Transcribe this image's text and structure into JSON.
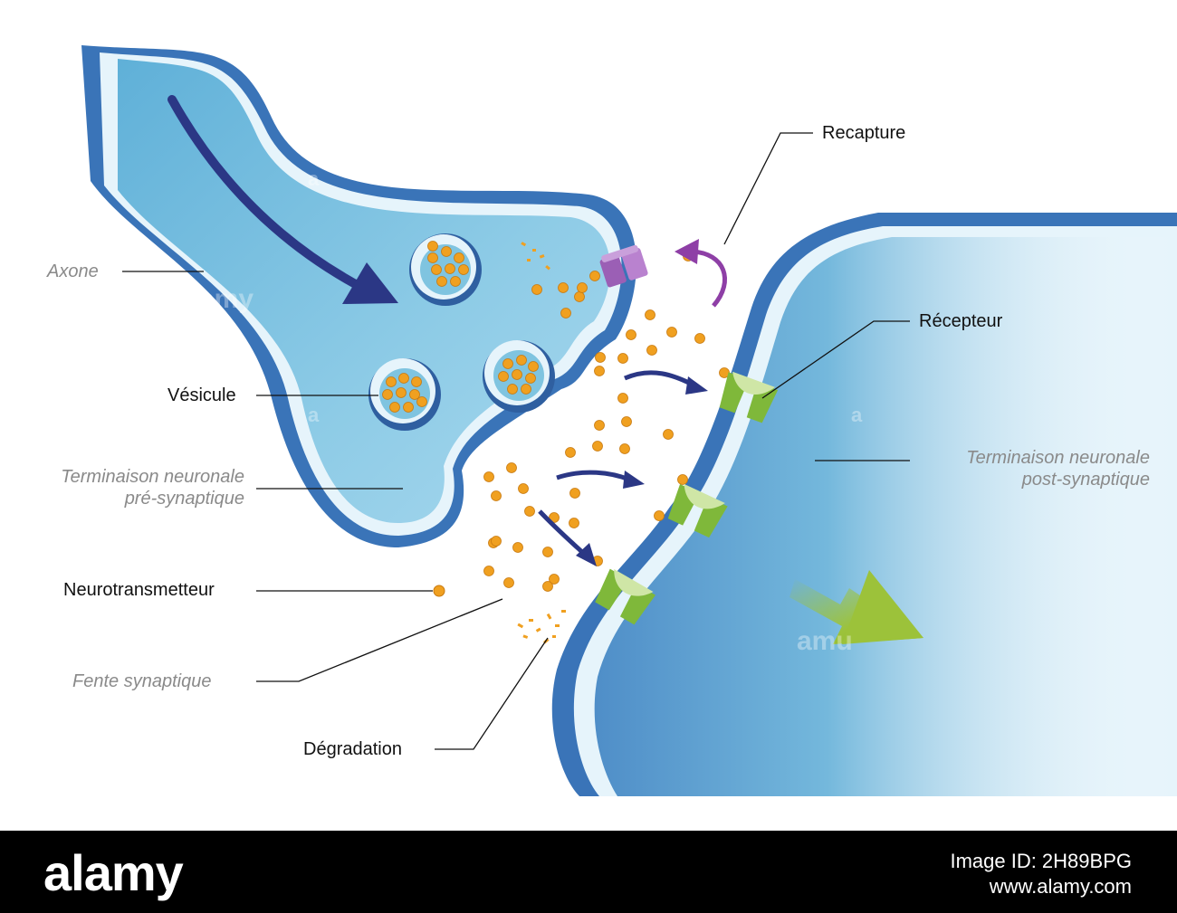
{
  "labels": {
    "recapture": "Recapture",
    "axone": "Axone",
    "recepteur": "Récepteur",
    "vesicule": "Vésicule",
    "pre_line1": "Terminaison neuronale",
    "pre_line2": "pré-synaptique",
    "post_line1": "Terminaison neuronale",
    "post_line2": "post-synaptique",
    "neurotransmetteur": "Neurotransmetteur",
    "fente": "Fente synaptique",
    "degradation": "Dégradation"
  },
  "footer": {
    "brand": "alamy",
    "image_id_line1": "Image ID: 2H89BPG",
    "image_id_line2": "www.alamy.com"
  },
  "watermark": "alamy",
  "colors": {
    "cell_fill": "#7fc4e0",
    "cell_dark": "#3a74b8",
    "membrane": "#e6f4fb",
    "navy_arrow": "#2b3785",
    "green_arrow": "#9cc23a",
    "receptor": "#7fb83a",
    "recapture": "#9b5fb5",
    "neurotransmitter": "#f0a020"
  }
}
